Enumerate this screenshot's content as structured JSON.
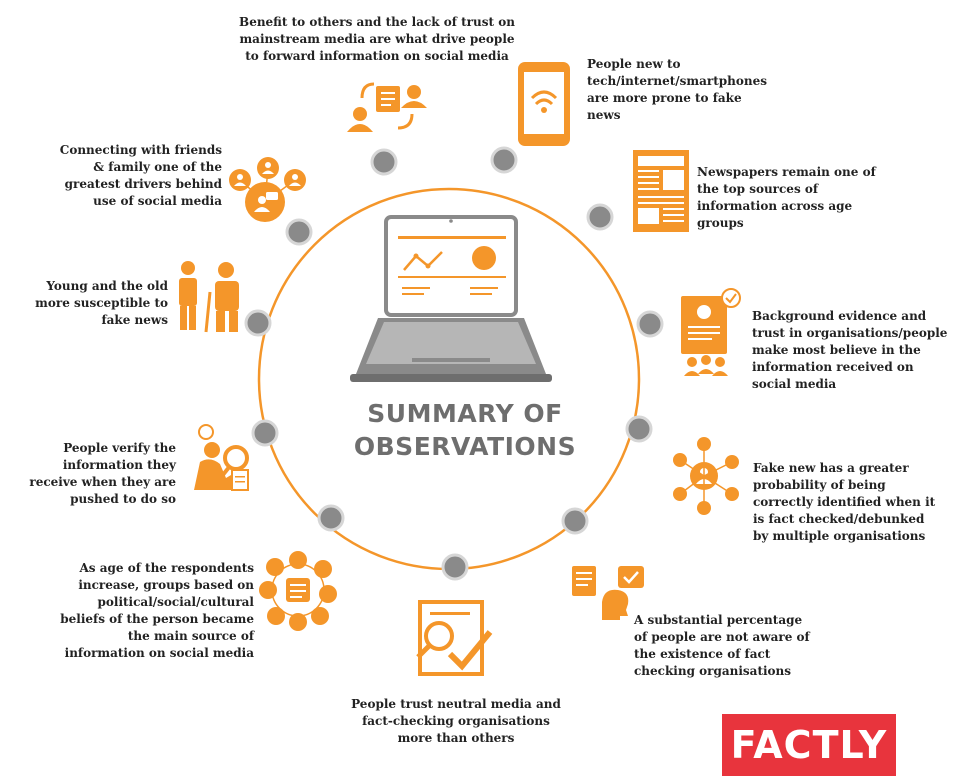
{
  "title": {
    "line1": "SUMMARY OF",
    "line2": "OBSERVATIONS"
  },
  "colors": {
    "accent": "#f4962a",
    "node": "#8a8a8a",
    "text": "#222222",
    "title": "#6e6e6e",
    "logo": "#e8343d"
  },
  "observations": [
    {
      "id": "benefit",
      "text": "Benefit to others and the lack of trust on mainstream media are what drive people to forward information on social media",
      "icon": "people-exchange-icon"
    },
    {
      "id": "new-to-tech",
      "text": "People new to tech/internet/smartphones are more prone to fake news",
      "icon": "smartphone-wifi-icon"
    },
    {
      "id": "newspapers",
      "text": "Newspapers remain one of the top sources of information across age groups",
      "icon": "newspaper-icon"
    },
    {
      "id": "evidence",
      "text": "Background evidence and trust in organisations/people make most believe in the information received on social media",
      "icon": "document-check-icon"
    },
    {
      "id": "fact-checked",
      "text": "Fake new has a greater probability of being correctly identified when it is fact checked/debunked by multiple organisations",
      "icon": "social-network-icon"
    },
    {
      "id": "not-aware",
      "text": "A substantial percentage of people are not aware of the existence of fact checking organisations",
      "icon": "head-question-icon"
    },
    {
      "id": "trust-neutral",
      "text": "People trust neutral media and fact-checking organisations more than others",
      "icon": "search-check-icon"
    },
    {
      "id": "groups",
      "text": "As age of the respondents increase, groups based on political/social/cultural beliefs of the person became the main source of information on social media",
      "icon": "group-network-icon"
    },
    {
      "id": "verify",
      "text": "People verify the information they receive when they are pushed to do so",
      "icon": "magnifier-person-icon"
    },
    {
      "id": "young-old",
      "text": "Young and the old more susceptible to fake news",
      "icon": "young-old-icon"
    },
    {
      "id": "friends",
      "text": "Connecting with friends & family one of the greatest drivers behind use of social media",
      "icon": "friends-network-icon"
    }
  ],
  "logo": {
    "text": "FACTLY"
  }
}
